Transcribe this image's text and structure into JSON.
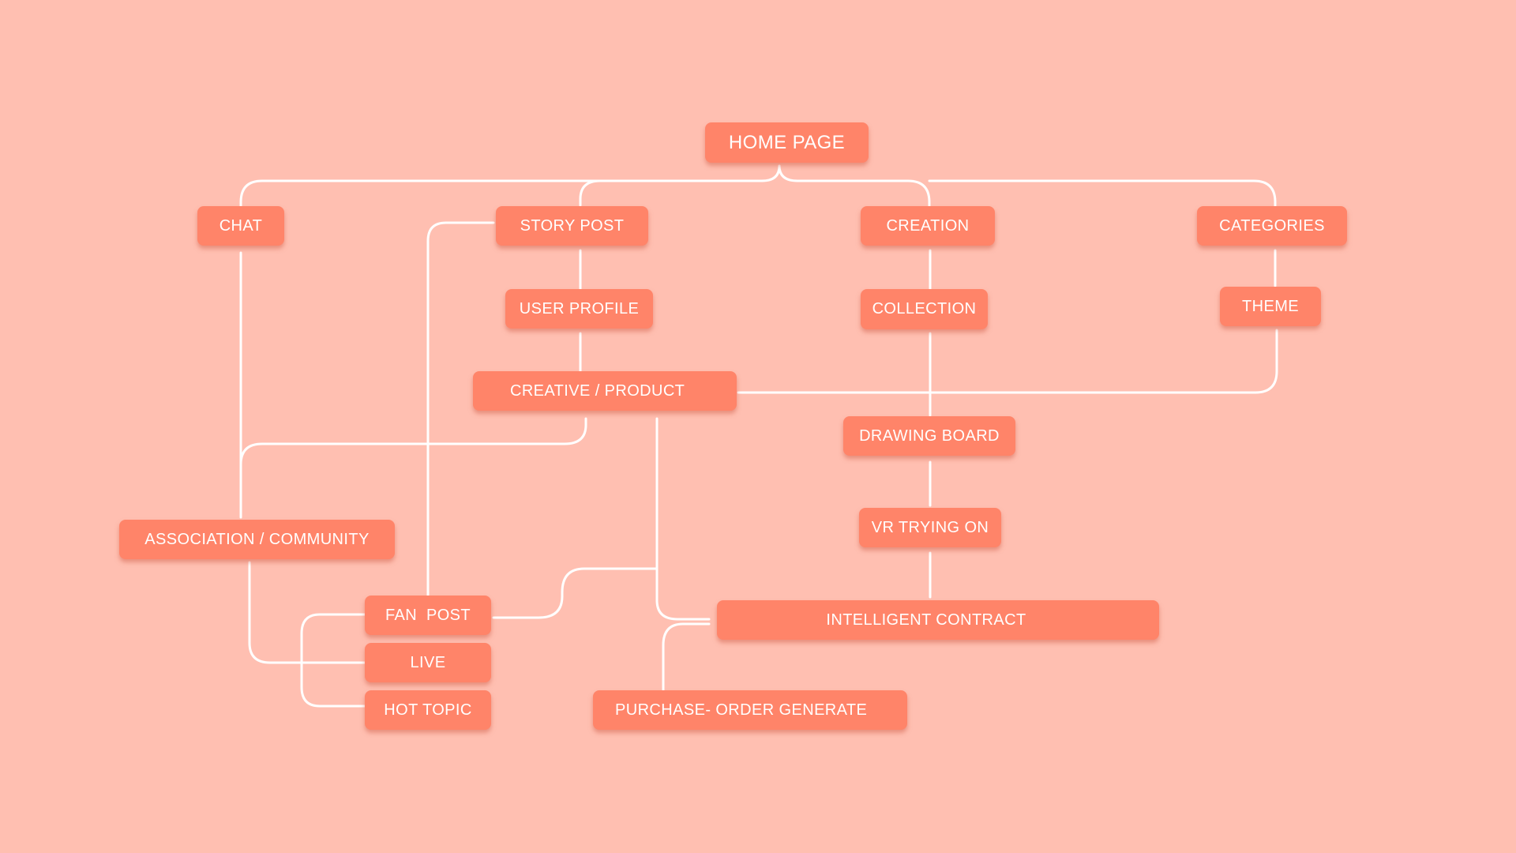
{
  "diagram": {
    "background_color": "#FFBFB1",
    "node_color": "#FF8469",
    "connector_color": "#FFFFFF",
    "nodes": {
      "home_page": "HOME PAGE",
      "chat": "CHAT",
      "story_post": "STORY POST",
      "creation": "CREATION",
      "categories": "CATEGORIES",
      "user_profile": "USER PROFILE",
      "collection": "COLLECTION",
      "theme": "THEME",
      "creative_product": "CREATIVE / PRODUCT",
      "drawing_board": "DRAWING BOARD",
      "association_community": "ASSOCIATION / COMMUNITY",
      "vr_trying_on": "VR TRYING ON",
      "fan_post": "FAN  POST",
      "live": "LIVE",
      "hot_topic": "HOT TOPIC",
      "intelligent_contract": "INTELLIGENT CONTRACT",
      "purchase_order_generate": "PURCHASE- ORDER GENERATE"
    }
  }
}
